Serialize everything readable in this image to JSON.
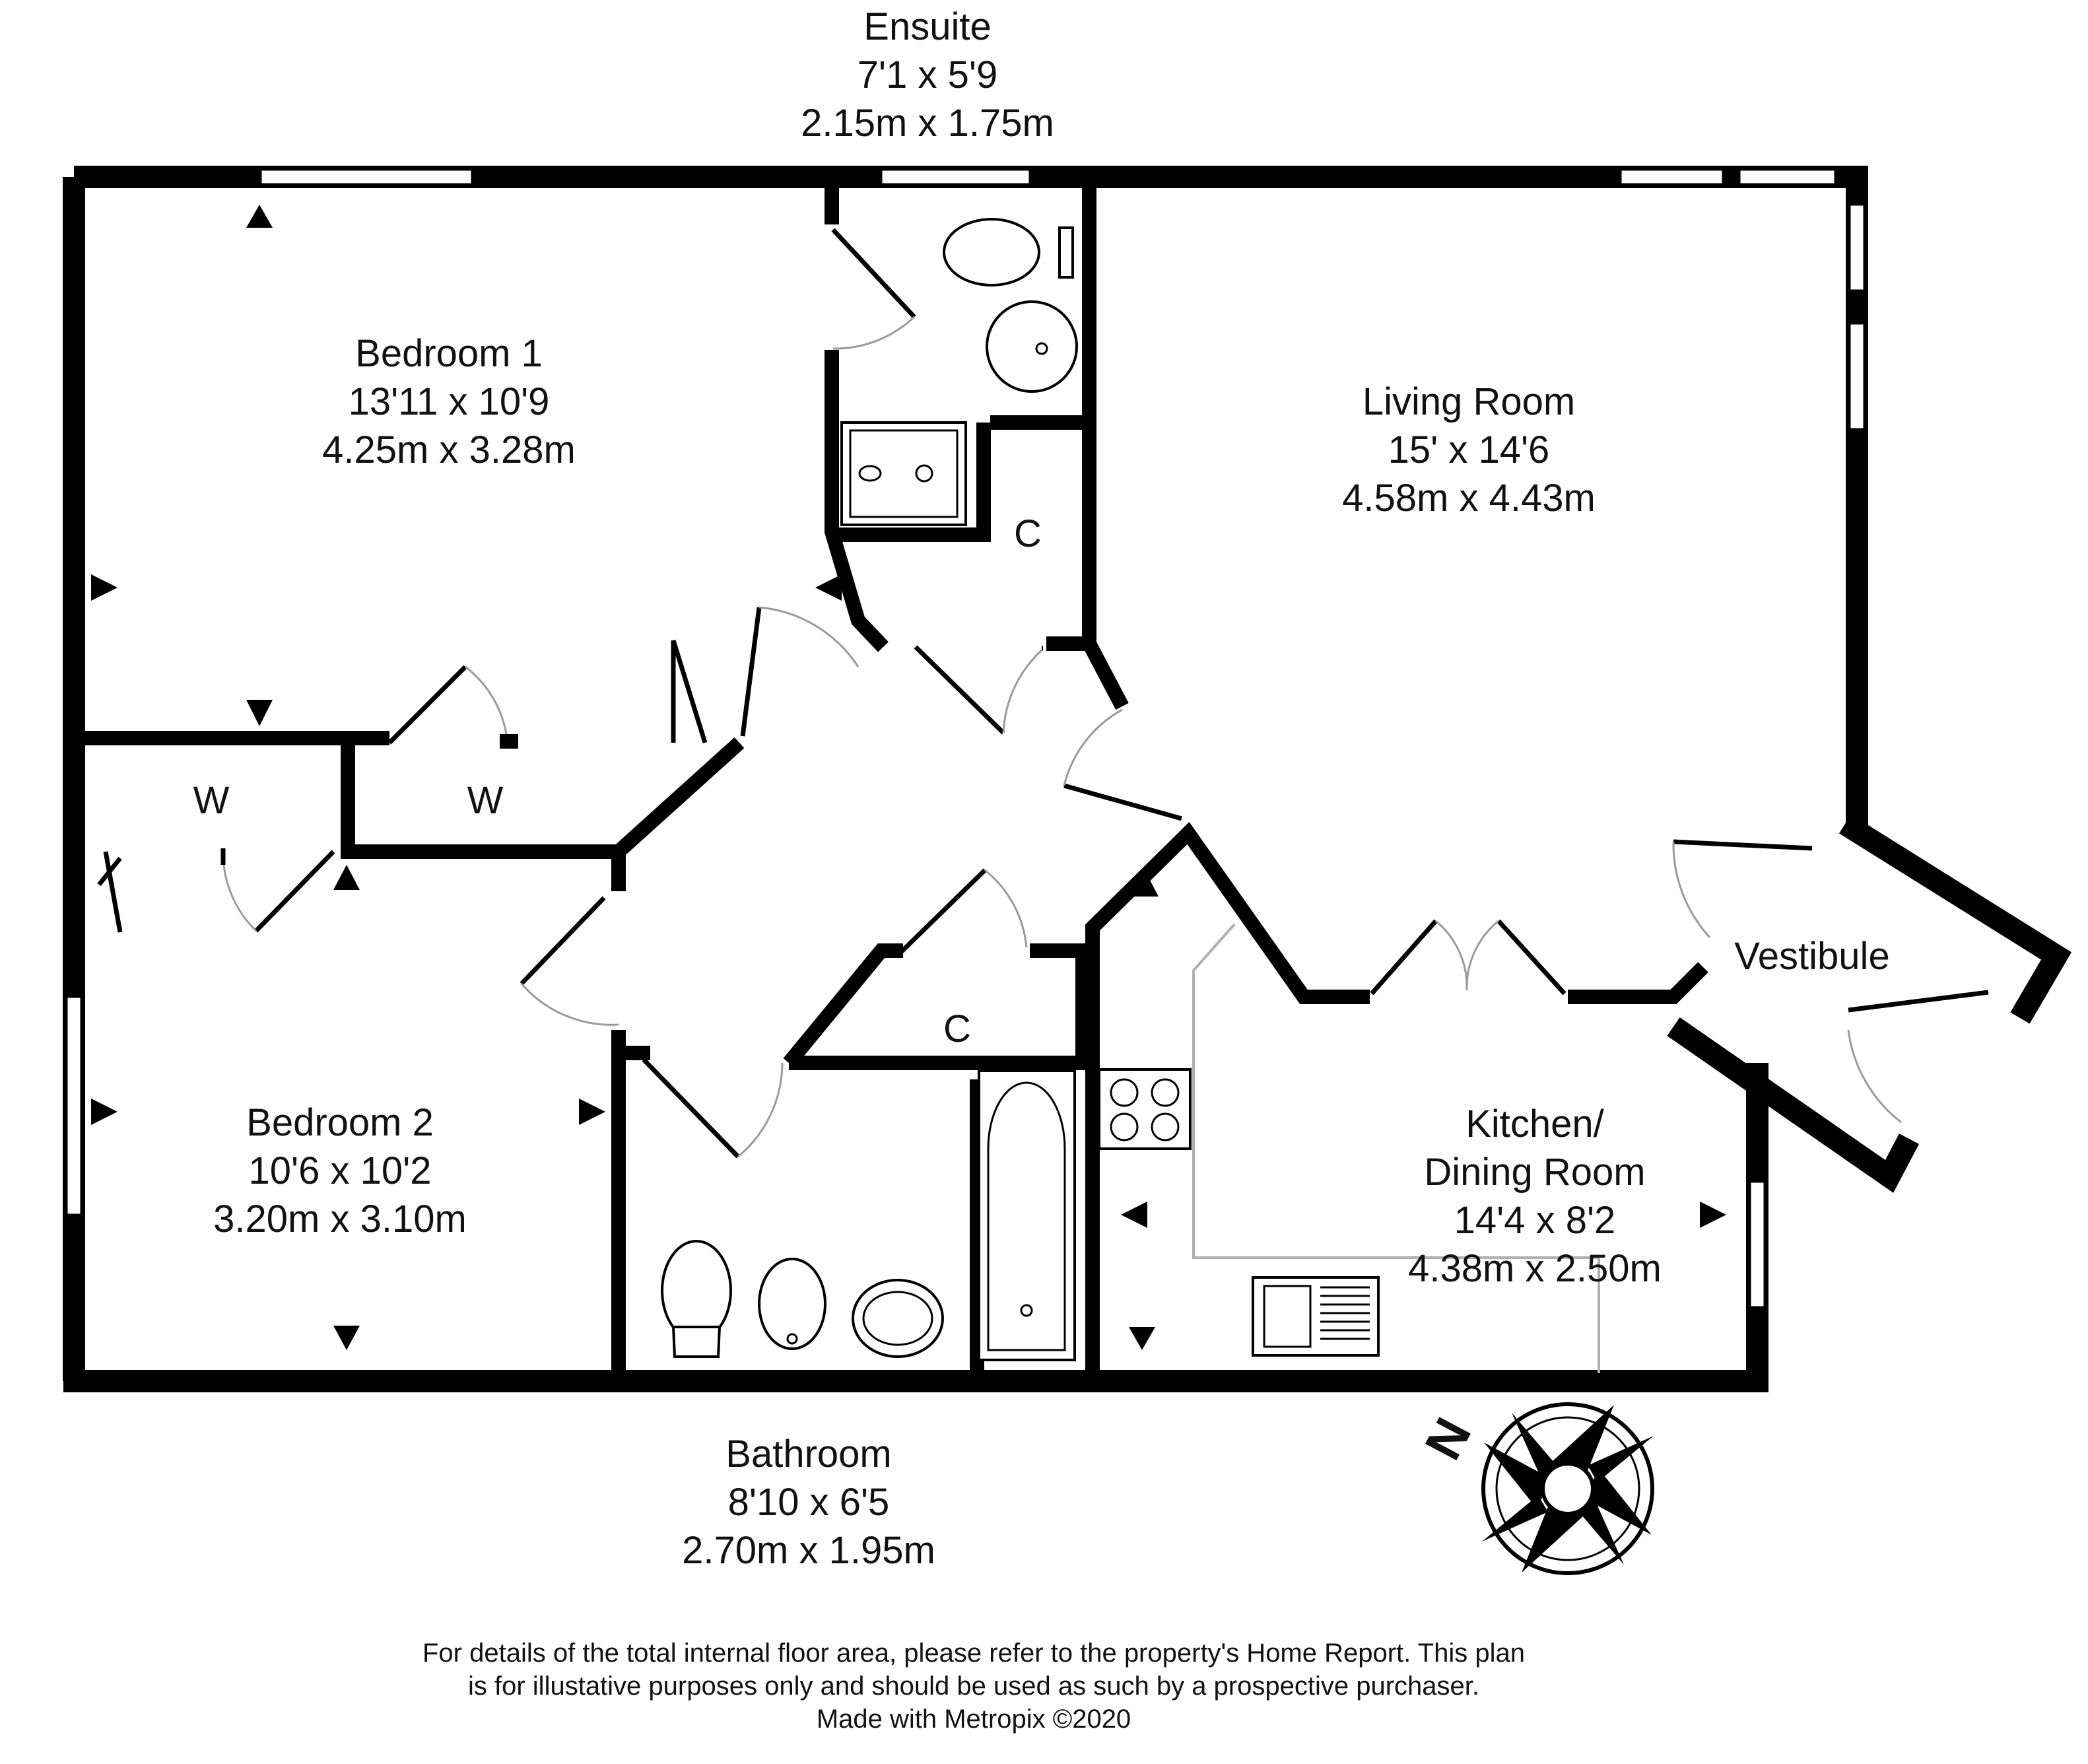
{
  "rooms": {
    "ensuite": {
      "name": "Ensuite",
      "imperial": "7'1 x 5'9",
      "metric": "2.15m x 1.75m"
    },
    "bedroom1": {
      "name": "Bedroom 1",
      "imperial": "13'11 x 10'9",
      "metric": "4.25m x 3.28m"
    },
    "living": {
      "name": "Living Room",
      "imperial": "15' x 14'6",
      "metric": "4.58m x 4.43m"
    },
    "bedroom2": {
      "name": "Bedroom 2",
      "imperial": "10'6 x 10'2",
      "metric": "3.20m x 3.10m"
    },
    "kitchen": {
      "name1": "Kitchen/",
      "name2": "Dining Room",
      "imperial": "14'4 x 8'2",
      "metric": "4.38m x 2.50m"
    },
    "bathroom": {
      "name": "Bathroom",
      "imperial": "8'10 x 6'5",
      "metric": "2.70m x 1.95m"
    },
    "vestibule": {
      "name": "Vestibule"
    }
  },
  "cupboards": {
    "c": "C",
    "w": "W"
  },
  "compass": {
    "north": "N"
  },
  "footer": {
    "line1": "For details of the total internal floor area, please refer to the property's Home Report. This plan",
    "line2": "is for illustative purposes only and should be used as such by a prospective purchaser.",
    "line3": "Made with Metropix ©2020"
  }
}
